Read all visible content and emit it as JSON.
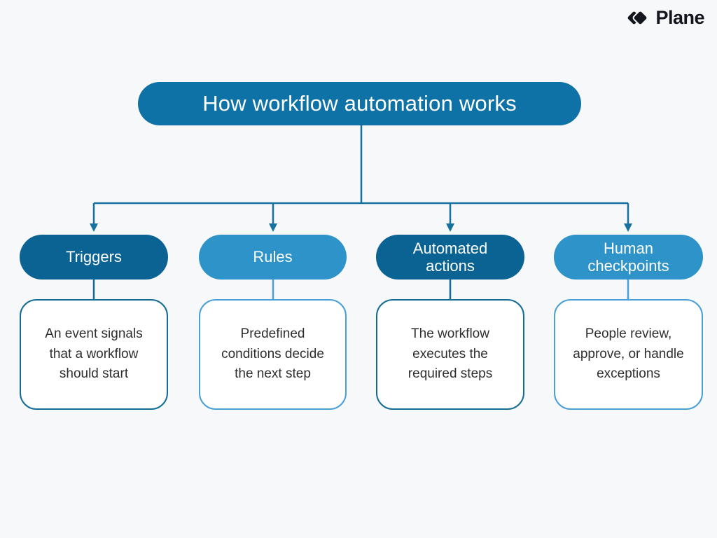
{
  "brand": {
    "name": "Plane",
    "logo_icon": "plane-logo-icon",
    "text_color": "#14161d"
  },
  "title": {
    "label": "How workflow automation works",
    "background": "#0f72a6",
    "text_color": "#ffffff"
  },
  "colors": {
    "page_background": "#f7f8f9",
    "pill_dark": "#0b6394",
    "pill_light": "#2e93c9",
    "connector": "#17719f",
    "border_dark": "#146c96",
    "border_light": "#4aa0d6",
    "body_text": "#2e2e30"
  },
  "diagram": {
    "type": "flowchart",
    "root": "How workflow automation works",
    "columns": [
      {
        "label": "Triggers",
        "description": "An event signals that a workflow should start",
        "theme": "dark"
      },
      {
        "label": "Rules",
        "description": "Predefined conditions decide the next step",
        "theme": "light"
      },
      {
        "label": "Automated actions",
        "description": "The workflow executes the required steps",
        "theme": "dark"
      },
      {
        "label": "Human checkpoints",
        "description": "People review, approve, or handle exceptions",
        "theme": "light"
      }
    ]
  }
}
